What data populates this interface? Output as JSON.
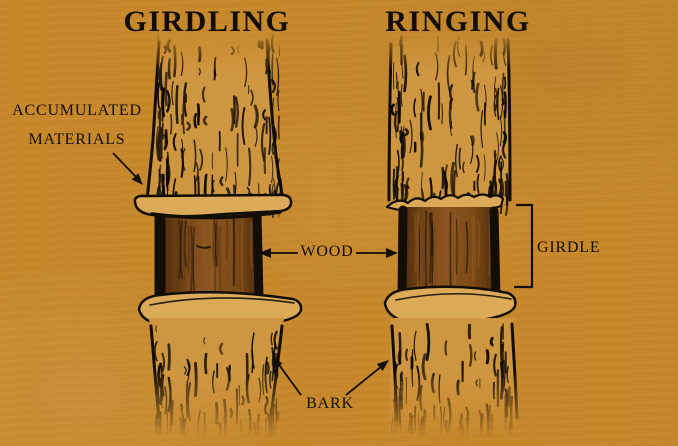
{
  "titles": {
    "left": "GIRDLING",
    "right": "RINGING"
  },
  "labels": {
    "accumulated_line1": "ACCUMULATED",
    "accumulated_line2": "MATERIALS",
    "wood": "WOOD",
    "girdle": "GIRDLE",
    "bark": "BARK"
  },
  "colors": {
    "bg": "#C6872B",
    "bark": "#CE9640",
    "collar": "#DBAA58",
    "wood": "#7C4916",
    "wood-dark": "#3A2108",
    "ink": "#120D05"
  }
}
